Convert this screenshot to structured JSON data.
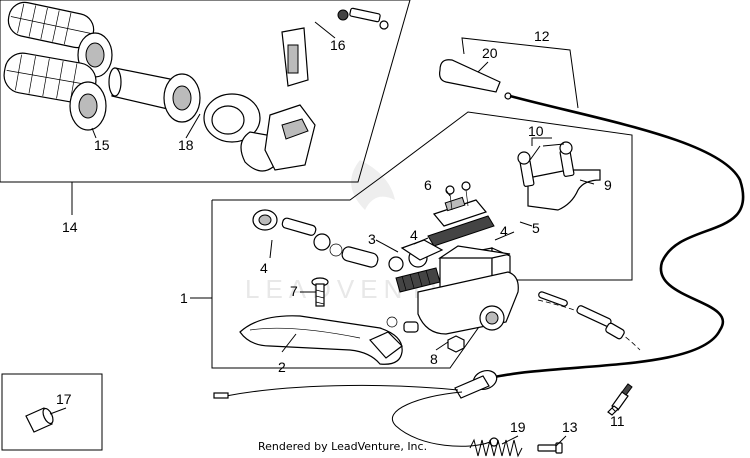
{
  "diagram": {
    "credit": "Rendered by LeadVenture, Inc.",
    "watermark": "LEADVENTURE",
    "callouts": [
      "1",
      "2",
      "3",
      "4",
      "4",
      "4",
      "5",
      "6",
      "7",
      "8",
      "9",
      "10",
      "11",
      "12",
      "13",
      "14",
      "15",
      "16",
      "17",
      "18",
      "19",
      "20"
    ]
  }
}
